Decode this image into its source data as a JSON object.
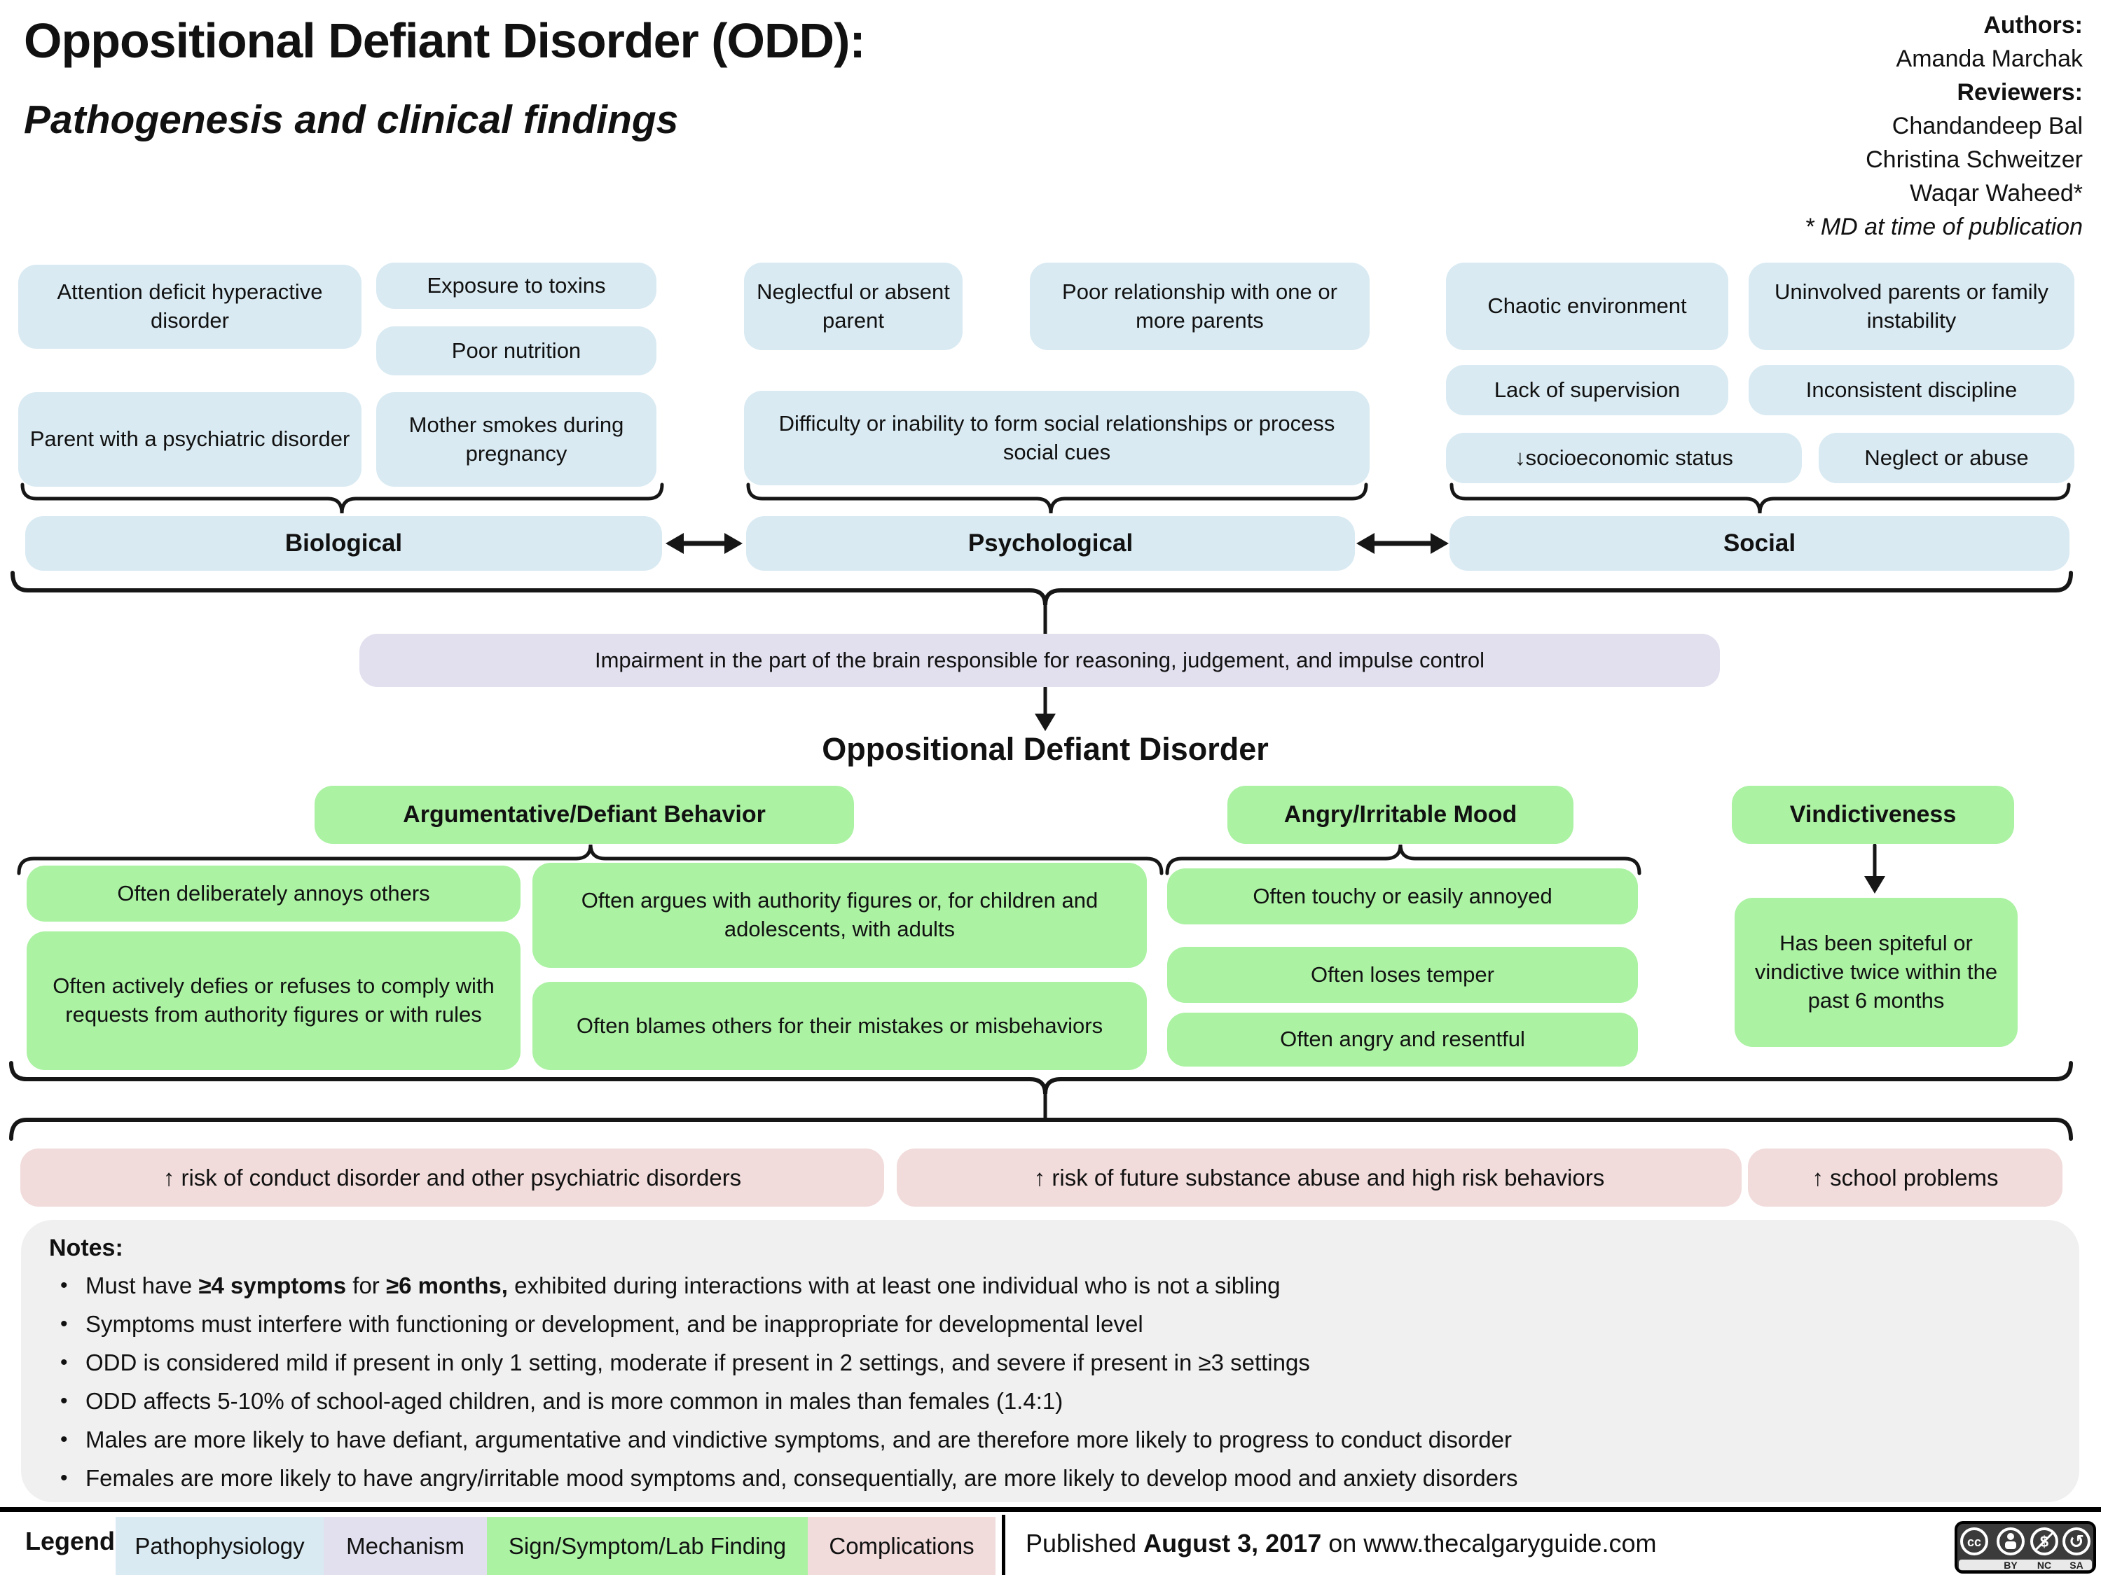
{
  "title": {
    "line1": "Oppositional Defiant Disorder (ODD):",
    "line2": "Pathogenesis and clinical findings"
  },
  "credits": {
    "authors_label": "Authors:",
    "authors": [
      "Amanda Marchak"
    ],
    "reviewers_label": "Reviewers:",
    "reviewers": [
      "Chandandeep Bal",
      "Christina Schweitzer",
      "Waqar Waheed*"
    ],
    "footnote": "* MD at time of publication"
  },
  "factors": {
    "biological": {
      "header": "Biological",
      "boxes": [
        "Attention deficit hyperactive disorder",
        "Exposure to toxins",
        "Poor nutrition",
        "Parent with a psychiatric disorder",
        "Mother smokes during pregnancy"
      ]
    },
    "psychological": {
      "header": "Psychological",
      "boxes": [
        "Neglectful or absent parent",
        "Poor relationship with one or more parents",
        "Difficulty or inability to form social relationships or process social cues"
      ]
    },
    "social": {
      "header": "Social",
      "boxes": [
        "Chaotic environment",
        "Uninvolved parents or family instability",
        "Lack of supervision",
        "Inconsistent discipline",
        "↓socioeconomic status",
        "Neglect or abuse"
      ]
    }
  },
  "brain": {
    "impairment": "Impairment in the part of the brain responsible for reasoning, judgement, and impulse control"
  },
  "diagnosis_heading": "Oppositional Defiant Disorder",
  "symptoms": {
    "argumentative": {
      "header": "Argumentative/Defiant Behavior",
      "boxes": [
        "Often deliberately annoys others",
        "Often actively defies or refuses to comply with requests from authority figures or with rules",
        "Often argues with authority figures or, for children and adolescents, with adults",
        "Often blames others for their mistakes or misbehaviors"
      ]
    },
    "angry": {
      "header": "Angry/Irritable Mood",
      "boxes": [
        "Often touchy or easily annoyed",
        "Often loses temper",
        "Often angry and resentful"
      ]
    },
    "vindictive": {
      "header": "Vindictiveness",
      "boxes": [
        "Has been spiteful or vindictive twice within the past 6 months"
      ]
    }
  },
  "complications": [
    "↑ risk of conduct disorder and other psychiatric disorders",
    "↑ risk of future substance abuse and high risk behaviors",
    "↑ school problems"
  ],
  "notes": {
    "label": "Notes:",
    "bullets": [
      {
        "segments": [
          {
            "t": "Must have ",
            "b": false
          },
          {
            "t": "≥4 symptoms",
            "b": true
          },
          {
            "t": " for ",
            "b": false
          },
          {
            "t": "≥6 months,",
            "b": true
          },
          {
            "t": " exhibited during interactions with at least one individual who is not a sibling",
            "b": false
          }
        ]
      },
      {
        "segments": [
          {
            "t": "Symptoms must interfere with functioning or development, and be inappropriate for developmental level",
            "b": false
          }
        ]
      },
      {
        "segments": [
          {
            "t": "ODD is considered mild if present in only 1 setting, moderate if present in 2 settings, and severe if present in ≥3 settings",
            "b": false
          }
        ]
      },
      {
        "segments": [
          {
            "t": "ODD affects 5-10% of school-aged children, and is more common in males than females (1.4:1)",
            "b": false
          }
        ]
      },
      {
        "segments": [
          {
            "t": "Males are more likely to have defiant, argumentative and vindictive symptoms, and are therefore more likely to progress to conduct disorder",
            "b": false
          }
        ]
      },
      {
        "segments": [
          {
            "t": "Females are more likely to have angry/irritable mood symptoms and, consequentially, are more likely to develop mood and anxiety disorders",
            "b": false
          }
        ]
      }
    ]
  },
  "legend": {
    "label": "Legend:",
    "items": [
      {
        "label": "Pathophysiology",
        "color": "#d9eaf2"
      },
      {
        "label": "Mechanism",
        "color": "#e2dfee"
      },
      {
        "label": "Sign/Symptom/Lab Finding",
        "color": "#abf2a3"
      },
      {
        "label": "Complications",
        "color": "#f1dbdb"
      }
    ],
    "published": {
      "prefix": "Published ",
      "date": "August 3, 2017",
      "suffix": " on www.thecalgaryguide.com"
    },
    "license": {
      "cc": "cc",
      "nc_glyph": "$",
      "sa_glyph": "↺",
      "labels": [
        "BY",
        "NC",
        "SA"
      ]
    }
  },
  "colors": {
    "pathophysiology_blue": "#d9eaf2",
    "mechanism_purple": "#e2dfee",
    "sign_symptom_green": "#abf2a3",
    "complications_pink": "#f1dbdb",
    "notes_gray": "#f0f0f0",
    "line_black": "#161616"
  }
}
